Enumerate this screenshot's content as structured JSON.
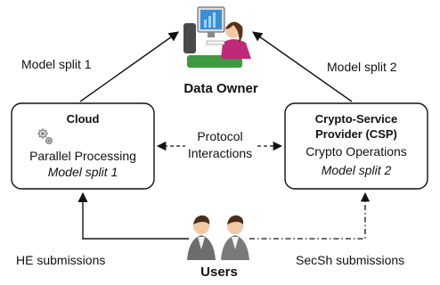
{
  "data_owner": {
    "label": "Data Owner",
    "icon": "person-at-computer-icon"
  },
  "labels": {
    "split_left": "Model split 1",
    "split_right": "Model split 2",
    "protocol_line1": "Protocol",
    "protocol_line2": "Interactions",
    "he_submissions": "HE submissions",
    "secsh_submissions": "SecSh submissions"
  },
  "cloud": {
    "title": "Cloud",
    "line1": "Parallel Processing",
    "line2": "Model split 1",
    "icon": "gears-icon"
  },
  "csp": {
    "title_line1": "Crypto-Service",
    "title_line2": "Provider (CSP)",
    "line1": "Crypto Operations",
    "line2": "Model split 2"
  },
  "users": {
    "label": "Users",
    "icon": "users-icon"
  },
  "colors": {
    "arrow": "#111111",
    "box_border": "#111111",
    "monitor_screen": "#3b8fd6",
    "person_shirt": "#c2287a",
    "person_hair": "#5a3216",
    "desk": "#3e9a3e",
    "user_suit": "#6d6d6d"
  }
}
